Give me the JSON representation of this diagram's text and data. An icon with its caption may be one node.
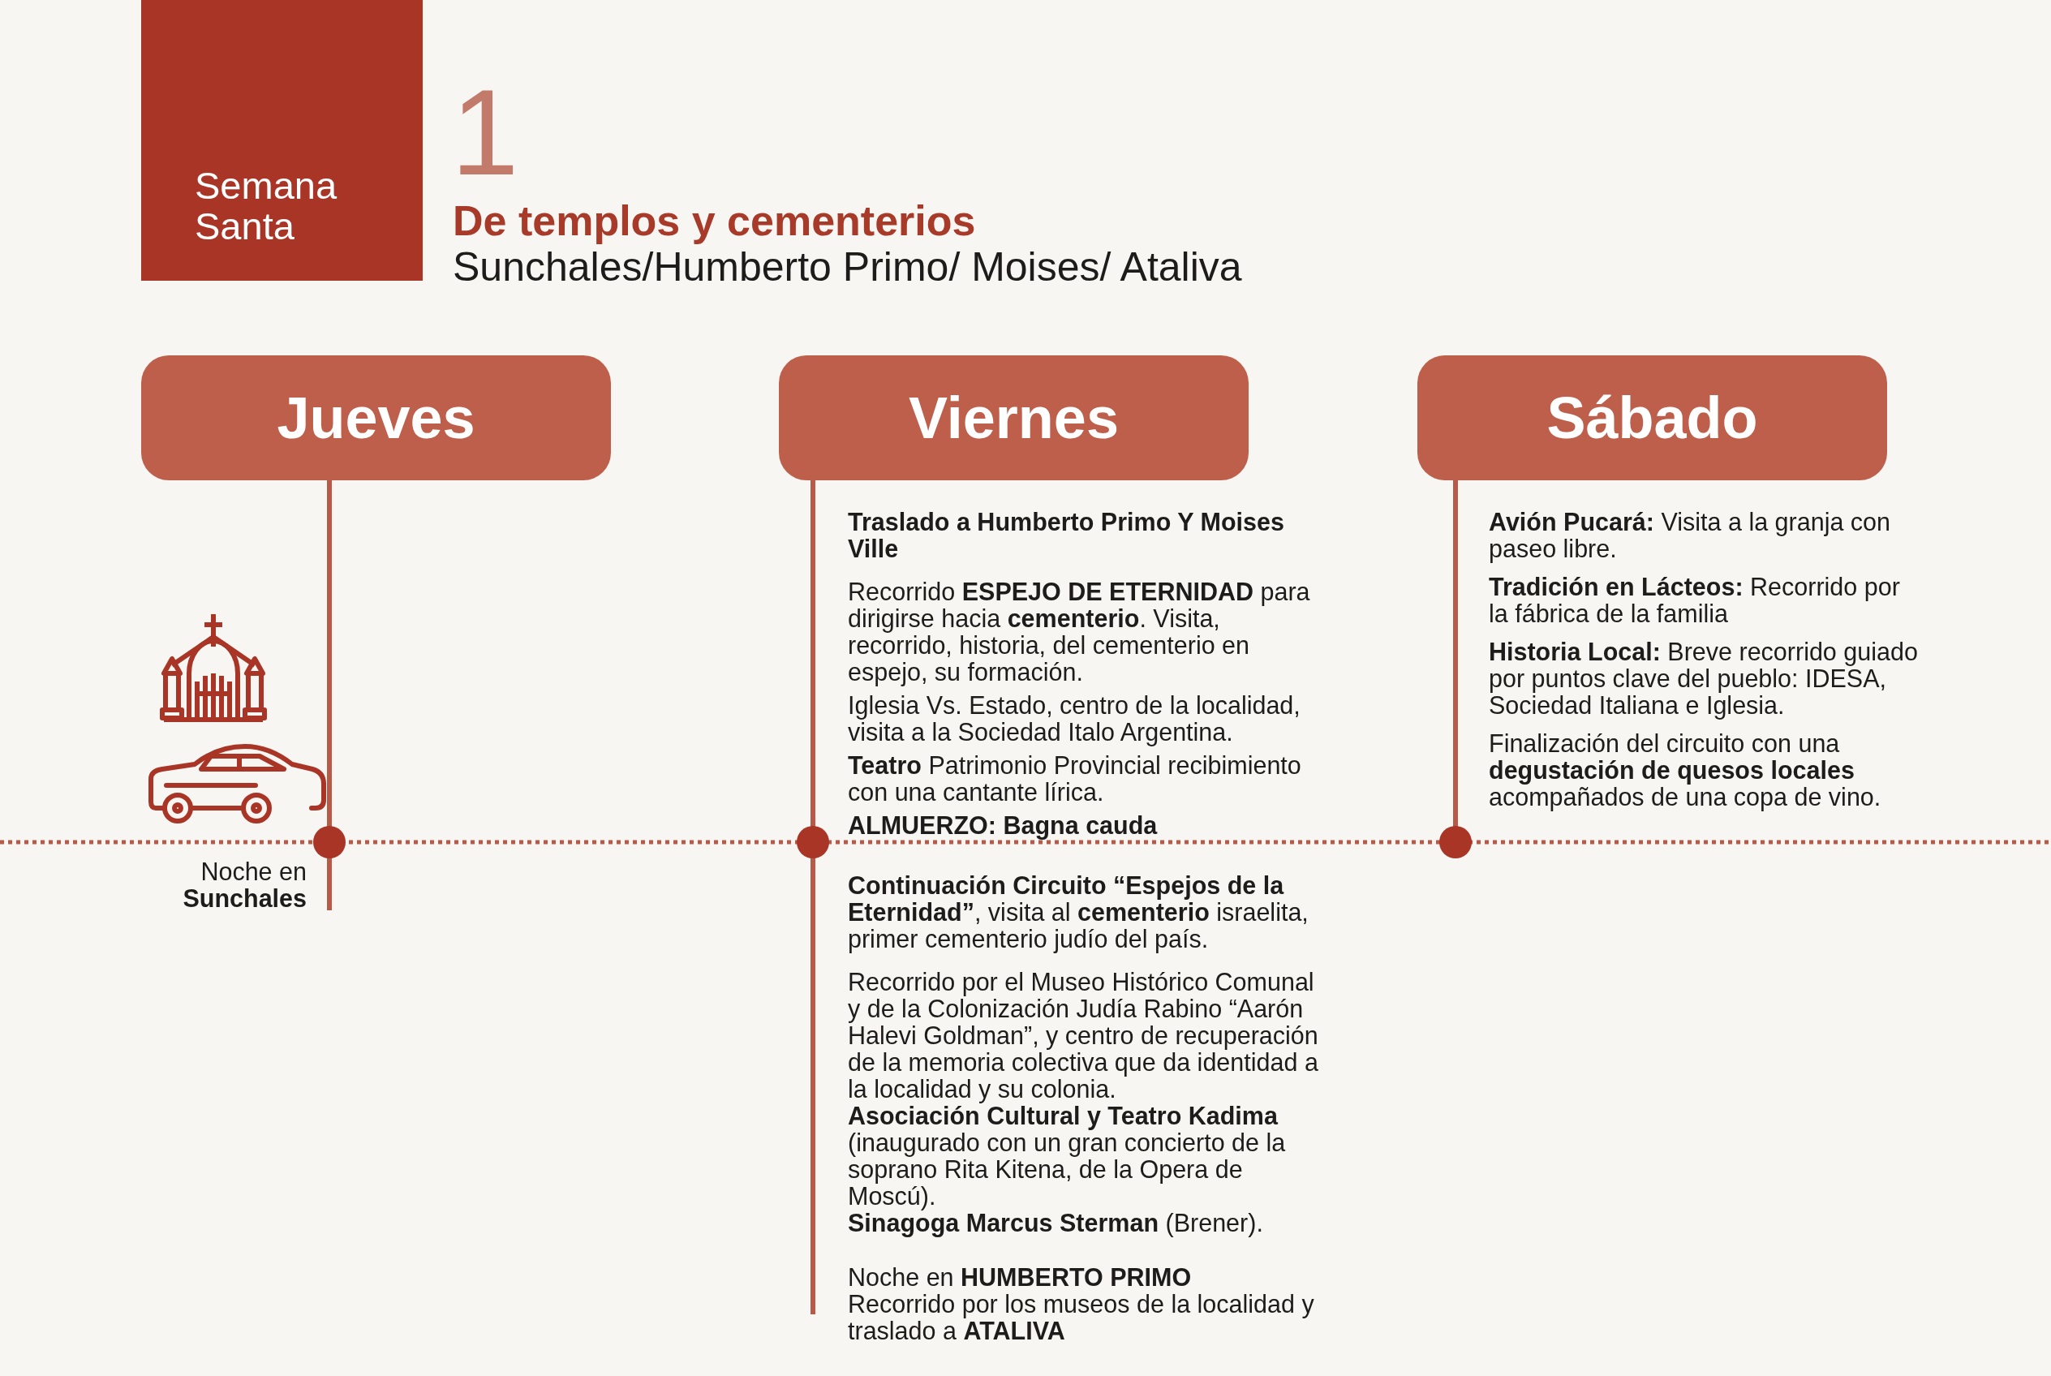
{
  "diagram": {
    "title": "De templos y cementerios",
    "nodes": [
      {
        "text": [
          "Semana Santa"
        ]
      },
      {
        "text": [
          "Jueves"
        ]
      },
      {
        "text": [
          "Viernes"
        ],
        "beside": [
          "Traslado a Humberto Primo Y Moises Ville",
          "Recorrido **ESPEJO DE ETERNIDAD** para dirigirse hacia **cementerio**. Visita, recorrido, historia, del cementerio en espejo, su formación.",
          "Iglesia Vs. Estado, centro de la localidad, visita a la Sociedad Italo Argentina.",
          "**Teatro** Patrimonio Provincial recibimiento con una cantante lírica.",
          "ALMUERZO: Bagna cauda",
          "**Continuación Circuito “Espejos de la Eternidad”**, visita al **cementerio** israelita, primer cementerio judío del país.",
          "Recorrido por el Museo Histórico Comunal y de la Colonización Judía Rabino “Aarón Halevi Goldman”, y centro de recuperación de la memoria colectiva que da identidad a la localidad y su colonia.",
          "**Asociación Cultural y Teatro Kadima** (inaugurado con un gran concierto de la soprano Rita Kitena, de la Opera de Moscú).",
          "**Sinagoga Marcus Sterman** (Brener).",
          "Noche en **HUMBERTO PRIMO**",
          "Recorrido por los museos de la localidad y traslado a **ATALIVA**"
        ]
      },
      {
        "text": [
          "Sábado"
        ],
        "beside": [
          "**Avión Pucará:** Visita a la granja con paseo libre.",
          "**Tradición en Lácteos:** Recorrido por la fábrica de la familia",
          "**Historia Local:** Breve recorrido guiado por puntos clave del pueblo: IDESA, Sociedad Italiana e Iglesia.",
          "Finalización del circuito con una **degustación de quesos locales** acompañados de una copa de vino."
        ]
      }
    ],
    "edges": [],
    "labels": [
      "1",
      "Sunchales/Humberto Primo/ Moises/ Ataliva",
      "Noche en **Sunchales**"
    ]
  }
}
